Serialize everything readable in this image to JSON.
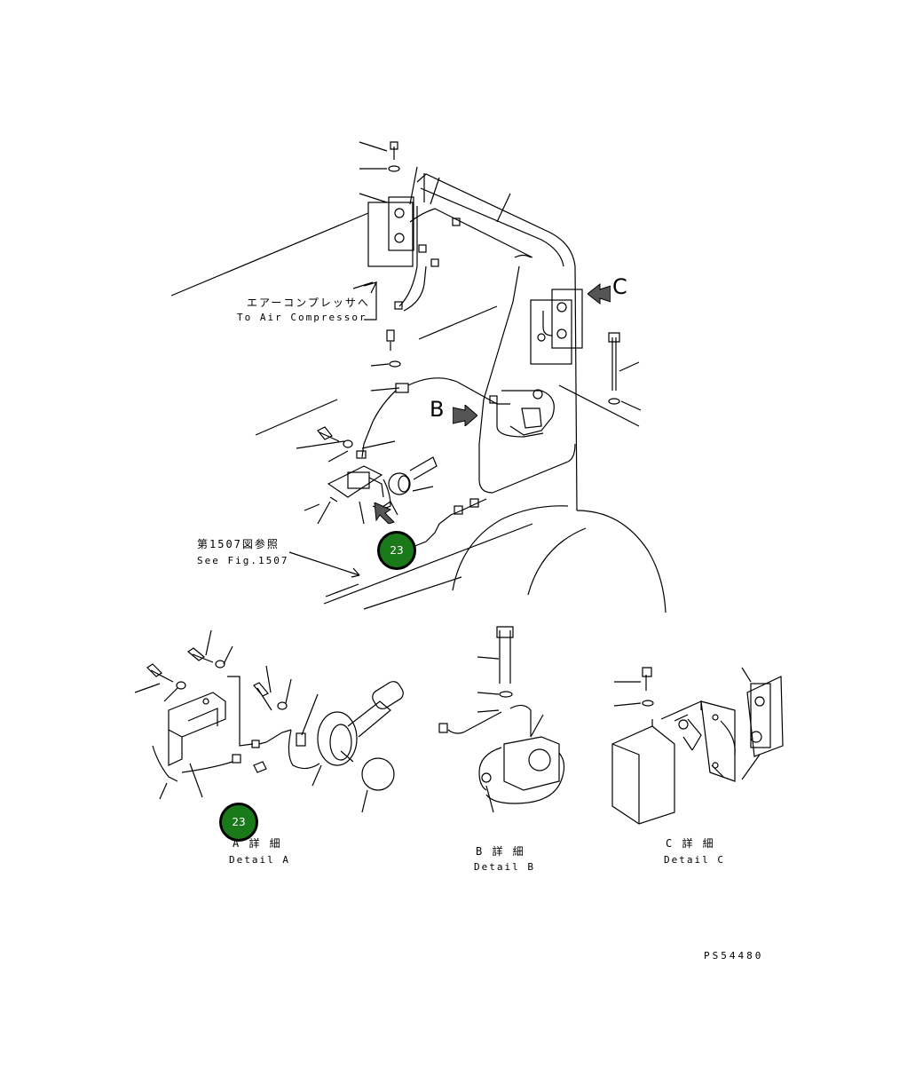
{
  "callouts": {
    "air_compressor_jp": "エアーコンプレッサへ",
    "air_compressor_en": "To Air Compressor",
    "see_fig_jp": "第1507図参照",
    "see_fig_en": "See Fig.1507"
  },
  "view_letters": {
    "b": "B",
    "c": "C"
  },
  "details": {
    "a_jp": "A 詳 細",
    "a_en": "Detail A",
    "b_jp": "B 詳 細",
    "b_en": "Detail B",
    "c_jp": "C 詳 細",
    "c_en": "Detail C"
  },
  "badges": {
    "main": "23",
    "detail_a": "23"
  },
  "drawing_code": "PS54480",
  "colors": {
    "badge_fill": "#1a7a1a",
    "line": "#000000"
  }
}
